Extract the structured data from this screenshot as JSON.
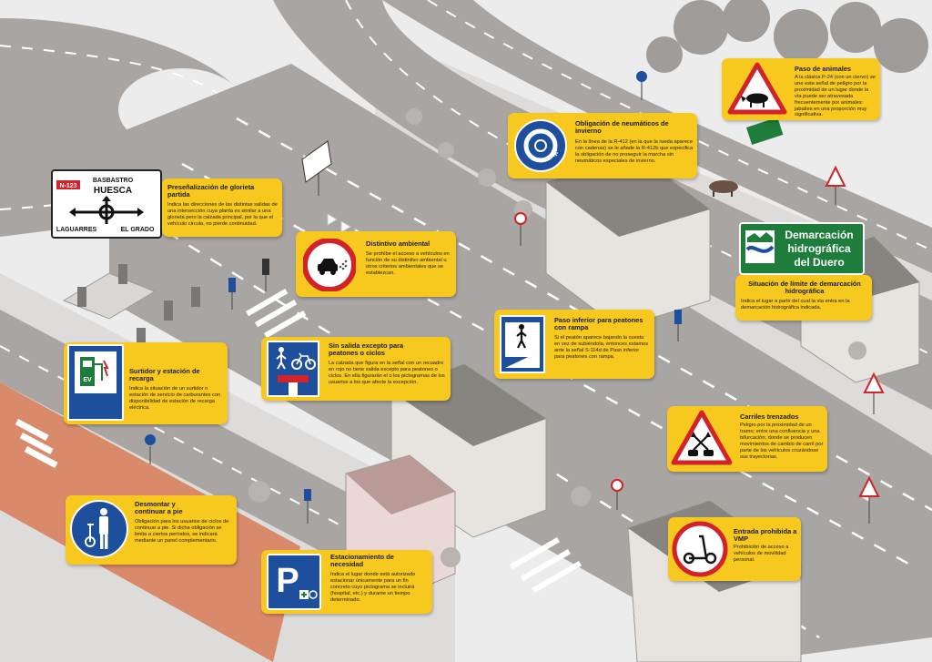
{
  "colors": {
    "card": "#f7c81e",
    "road": "#a9a5a2",
    "lane": "#ffffff",
    "bike_lane": "#d98a6a",
    "sign_blue": "#1d4f9c",
    "sign_red": "#d2232a",
    "sign_green": "#1e7d3a"
  },
  "cards": [
    {
      "id": "preseñalizacion",
      "title": "Preseñalización de glorieta partida",
      "description": "Indica las direcciones de las distintas salidas de una intersección cuya planta es similar a una glorieta pero la calzada principal, por la que el vehículo circula, no pierde continuidad.",
      "sign": {
        "road_code": "N-123",
        "top_destination": "BASBASTRO",
        "main_destination": "HUESCA",
        "left_destination": "LAGUARRES",
        "right_destination": "EL GRADO"
      }
    },
    {
      "id": "distintivo-ambiental",
      "title": "Distintivo ambiental",
      "description": "Se prohíbe el acceso a vehículos en función de su distintivo ambiental u otros criterios ambientales que se establezcan."
    },
    {
      "id": "neumaticos-invierno",
      "title": "Obligación de neumáticos de invierno",
      "description": "En la línea de la R-412 (en la que la rueda aparece con cadenas) se le añade la R-412b que especifica la obligación de no proseguir la marcha sin neumáticos especiales de invierno."
    },
    {
      "id": "paso-animales",
      "title": "Paso de animales",
      "description": "A la clásica P-24 (con un ciervo) se une esta señal de peligro por la proximidad de un lugar donde la vía puede ser atravesada frecuentemente por animales: jabalíes en una proporción muy significativa."
    },
    {
      "id": "demarcacion",
      "title": "Situación de límite de demarcación hidrográfica",
      "description": "Indica el lugar a partir del cual la vía entra en la demarcación hidrográfica indicada.",
      "sign": {
        "line1": "Demarcación",
        "line2": "hidrográfica",
        "line3": "del Duero"
      }
    },
    {
      "id": "surtidor",
      "title": "Surtidor y estación de recarga",
      "description": "Indica la situación de un surtidor o estación de servicio de carburantes con disponibilidad de estación de recarga eléctrica.",
      "sign": {
        "ev_label": "EV"
      }
    },
    {
      "id": "sin-salida",
      "title": "Sin salida excepto para peatones o ciclos",
      "description": "La calzada que figura en la señal con un recuadro en rojo no tiene salida excepto para peatones o ciclos. En ella figurarán el o los pictogramas de los usuarios a los que afecte la excepción."
    },
    {
      "id": "paso-inferior",
      "title": "Paso inferior para peatones con rampa",
      "description": "Si el peatón aparece bajando la cuesta en vez de subiéndola, entonces estamos ante la señal S-114d de Paso inferior para peatones con rampa."
    },
    {
      "id": "carriles-trenzados",
      "title": "Carriles trenzados",
      "description": "Peligro por la proximidad de un tramo; entre una confluencia y una bifurcación; donde se producen movimientos de cambio de carril por parte de los vehículos cruzándose sus trayectorias."
    },
    {
      "id": "desmontar",
      "title": "Desmontar y continuar a pie",
      "description": "Obligación para los usuarios de ciclos de continuar a pie. Si dicha obligación se limita a ciertos períodos, se indicará mediante un panel complementario."
    },
    {
      "id": "estacionamiento",
      "title": "Estacionamiento de necesidad",
      "description": "Indica el lugar donde está autorizado estacionar únicamente para un fin concreto cuyo pictograma se incluirá (hospital, etc.) y durante un tiempo determinado.",
      "sign": {
        "letter": "P"
      }
    },
    {
      "id": "entrada-vmp",
      "title": "Entrada prohibida a VMP",
      "description": "Prohibición de acceso a vehículos de movilidad personal."
    }
  ]
}
